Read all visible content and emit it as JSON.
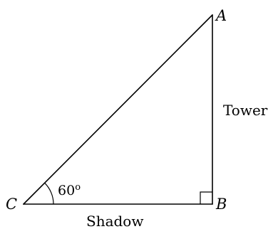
{
  "diagram": {
    "vertices": {
      "a": "A",
      "b": "B",
      "c": "C"
    },
    "sides": {
      "vertical": "Tower",
      "base": "Shadow"
    },
    "angle": {
      "value": "60",
      "unit": "o"
    }
  }
}
